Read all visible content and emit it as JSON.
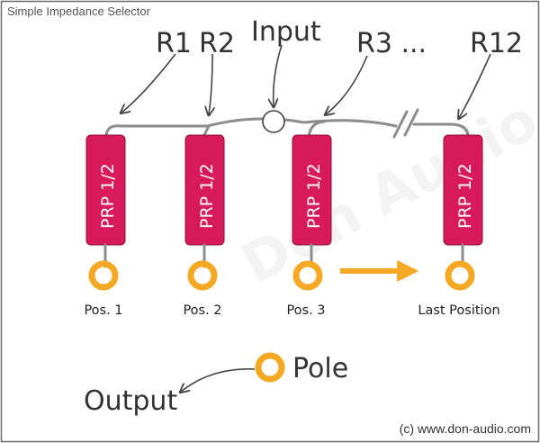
{
  "title": "Simple Impedance Selector",
  "input_label": "Input",
  "output_label": "Output",
  "pole_label": "Pole",
  "copyright": "(c) www.don-audio.com",
  "watermark": "Don Audio",
  "resistor_labels": [
    "R1",
    "R2",
    "R3 ...",
    "R12"
  ],
  "resistor_text": "PRP 1/2",
  "positions": [
    "Pos. 1",
    "Pos. 2",
    "Pos. 3",
    "Last Position"
  ],
  "colors": {
    "resistor": "#d8195a",
    "contact": "#f4a823",
    "wire": "#8c8c8c",
    "arrow": "#444444",
    "frame": "#6a6a6a"
  }
}
